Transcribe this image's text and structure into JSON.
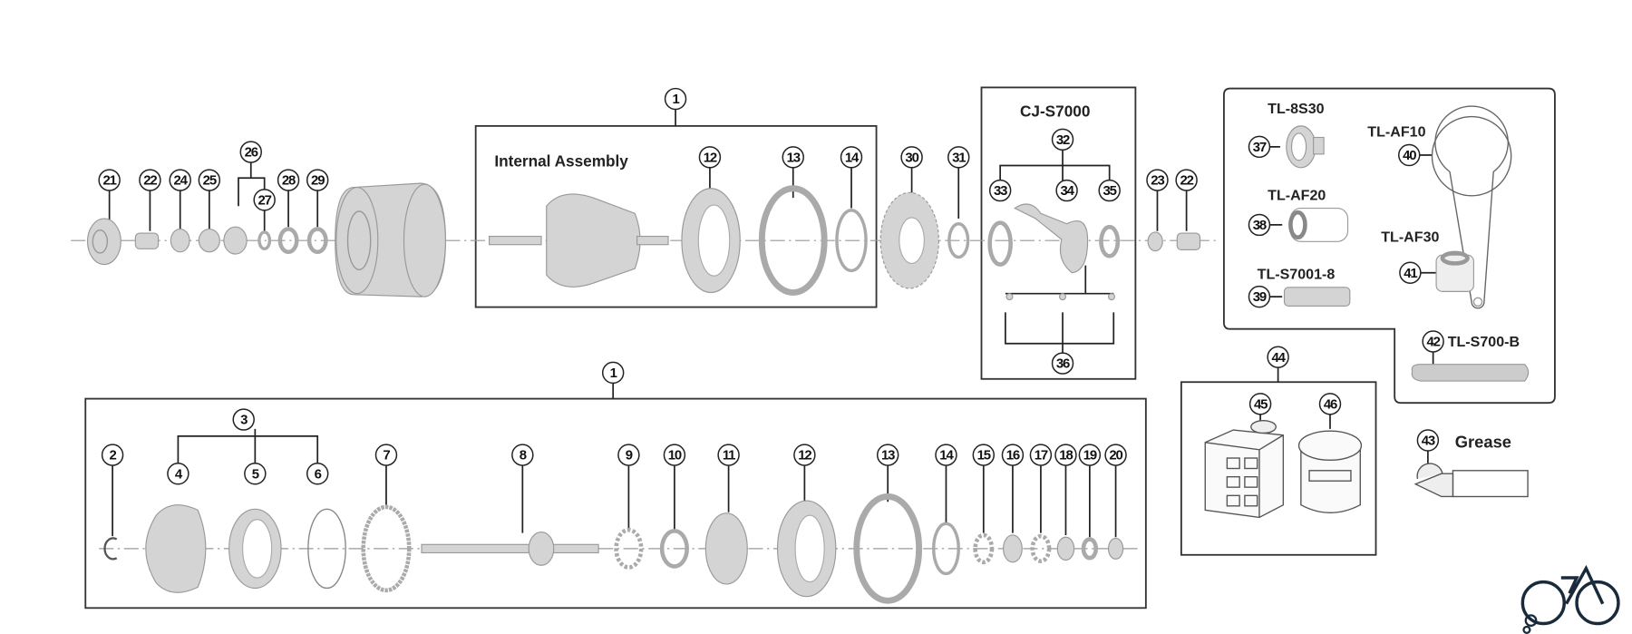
{
  "labels": {
    "internal_assembly": "Internal Assembly",
    "cj": "CJ-S7000",
    "tl_8s30": "TL-8S30",
    "tl_af10": "TL-AF10",
    "tl_af20": "TL-AF20",
    "tl_af30": "TL-AF30",
    "tl_s7001": "TL-S7001-8",
    "tl_s700b": "TL-S700-B",
    "grease": "Grease"
  },
  "callouts": [
    "21",
    "22",
    "24",
    "25",
    "26",
    "27",
    "28",
    "29",
    "1",
    "12",
    "13",
    "14",
    "30",
    "31",
    "32",
    "33",
    "34",
    "35",
    "36",
    "23",
    "22",
    "37",
    "38",
    "39",
    "40",
    "41",
    "42",
    "44",
    "45",
    "46",
    "43",
    "1",
    "3",
    "2",
    "4",
    "5",
    "6",
    "7",
    "8",
    "9",
    "10",
    "11",
    "12",
    "13",
    "14",
    "15",
    "16",
    "17",
    "18",
    "19",
    "20"
  ],
  "colors": {
    "logo": "#1a2a3a",
    "part": "#d4d4d4"
  }
}
